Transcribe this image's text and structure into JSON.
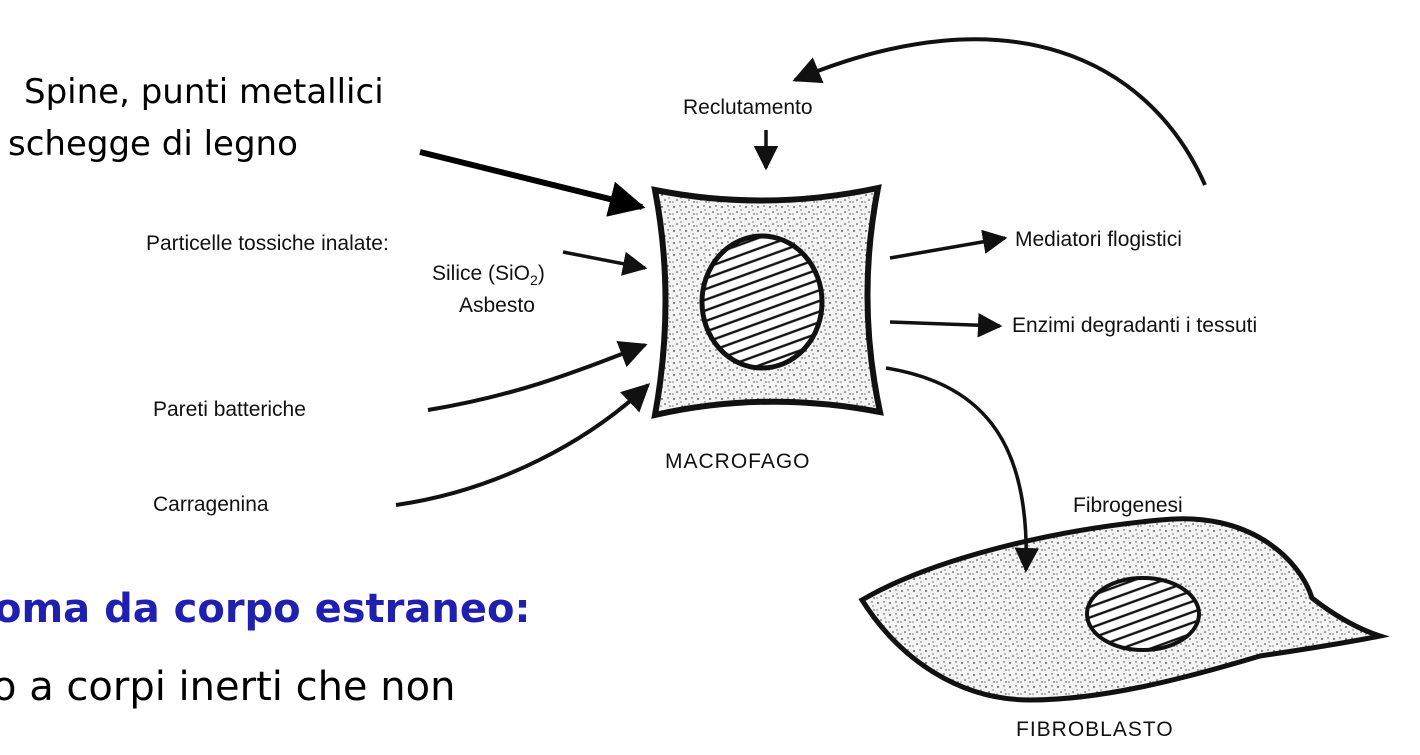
{
  "diagram": {
    "hand_label": {
      "line1": "Spine, punti metallici",
      "line2": "schegge di legno"
    },
    "inputs": {
      "reclutamento": "Reclutamento",
      "particelle_line1": "Particelle tossiche inalate:",
      "silice": "Silice (SiO",
      "silice_sub": "2",
      "silice_close": ")",
      "asbesto": "Asbesto",
      "pareti": "Pareti batteriche",
      "carragenina": "Carragenina"
    },
    "outputs": {
      "mediatori": "Mediatori flogistici",
      "enzimi": "Enzimi degradanti i tessuti",
      "fibrogenesi": "Fibrogenesi"
    },
    "cells": {
      "macrofago": "MACROFAGO",
      "fibroblasto": "FIBROBLASTO"
    }
  },
  "slide_text": {
    "heading_fragment": "oma da corpo estraneo:",
    "body_fragment": "o a corpi inerti che non"
  }
}
